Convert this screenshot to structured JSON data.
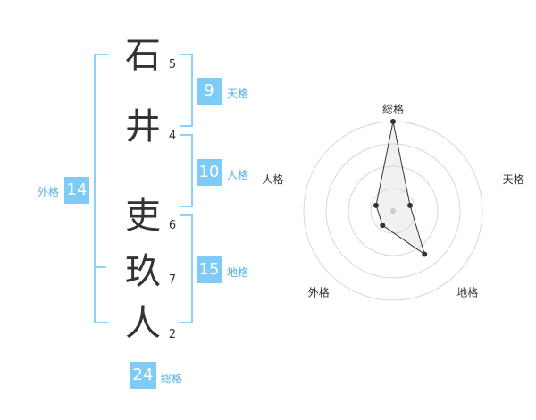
{
  "name_chars": [
    {
      "char": "石",
      "strokes": "5"
    },
    {
      "char": "井",
      "strokes": "4"
    },
    {
      "char": "吏",
      "strokes": "6"
    },
    {
      "char": "玖",
      "strokes": "7"
    },
    {
      "char": "人",
      "strokes": "2"
    }
  ],
  "kakusu": {
    "tenkaku": {
      "value": "9",
      "label": "天格"
    },
    "jinkaku": {
      "value": "10",
      "label": "人格"
    },
    "chikaku": {
      "value": "15",
      "label": "地格"
    },
    "gaikaku": {
      "value": "14",
      "label": "外格"
    },
    "soukaku": {
      "value": "24",
      "label": "総格"
    }
  },
  "chart_data": {
    "type": "radar",
    "axes": [
      "総格",
      "天格",
      "地格",
      "外格",
      "人格"
    ],
    "values": [
      5,
      1,
      3,
      1,
      1
    ],
    "max": 5,
    "rings": 4
  },
  "colors": {
    "accent": "#7ecbf5",
    "bracket": "#8ad2f7",
    "label": "#4fb0e6"
  }
}
